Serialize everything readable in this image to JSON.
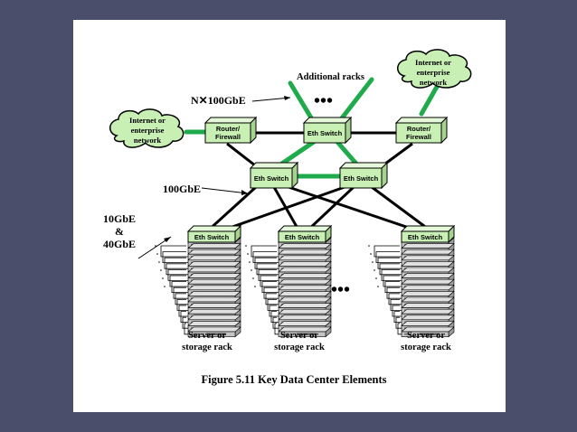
{
  "labels": {
    "additional_racks": "Additional racks",
    "nx100gbe": "N✕100GbE",
    "gbe100": "100GbE",
    "gbe10_line1": "10GbE",
    "gbe10_line2": "&",
    "gbe10_line3": "40GbE",
    "internet_left": [
      "Internet or",
      "enterprise",
      "network"
    ],
    "internet_right": [
      "Internet or",
      "enterprise",
      "network"
    ],
    "router_left": [
      "Router/",
      "Firewall"
    ],
    "router_right": [
      "Router/",
      "Firewall"
    ],
    "eth_switch": "Eth Switch",
    "rack_label_line1": "Server or",
    "rack_label_line2": "storage rack",
    "ellipsis": "•••"
  },
  "caption": "Figure 5.11  Key Data Center Elements",
  "colors": {
    "slide_bg": "#4a4e6a",
    "green_link": "#1faa4b",
    "black_link": "#000000",
    "box_face": "#c8f0b4",
    "box_top": "#e6f8da",
    "box_side": "#a6d490",
    "cloud_fill": "#c8f0b4"
  }
}
